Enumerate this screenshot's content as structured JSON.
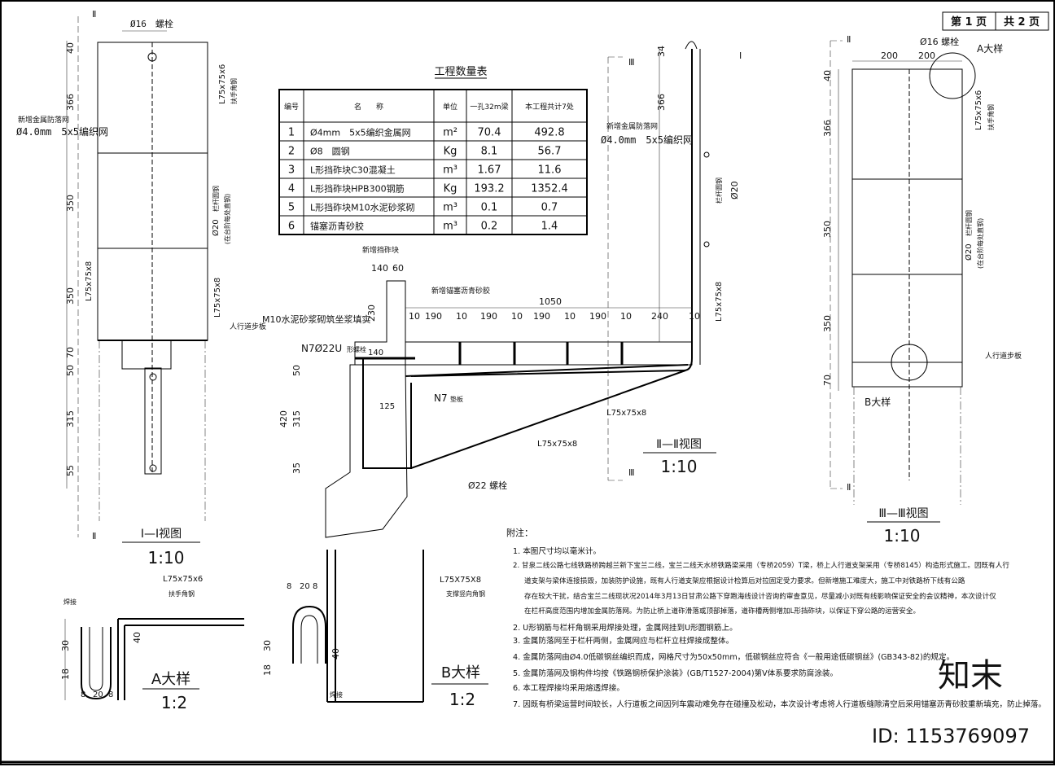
{
  "page": {
    "label_page": "第 1 页",
    "label_total": "共 2 页"
  },
  "table": {
    "title": "工程数量表",
    "headers": [
      "编号",
      "名　　称",
      "单位",
      "一孔32m梁",
      "本工程共计7处"
    ],
    "rows": [
      [
        "1",
        "Ø4mm　5x5编织金属网",
        "m²",
        "70.4",
        "492.8"
      ],
      [
        "2",
        "Ø8　圆钢",
        "Kg",
        "8.1",
        "56.7"
      ],
      [
        "3",
        "L形挡砟块C30混凝土",
        "m³",
        "1.67",
        "11.6"
      ],
      [
        "4",
        "L形挡砟块HPB300钢筋",
        "Kg",
        "193.2",
        "1352.4"
      ],
      [
        "5",
        "L形挡砟块M10水泥砂浆砌",
        "m³",
        "0.1",
        "0.7"
      ],
      [
        "6",
        "锚塞沥青砂胶",
        "m³",
        "0.2",
        "1.4"
      ]
    ]
  },
  "view1": {
    "title": "Ⅰ—Ⅰ视图",
    "scale": "1:10",
    "bolt": "Ø16　螺栓",
    "mesh": "新增金属防落网",
    "mesh_spec": "Ø4.0mm　5x5编织网",
    "angle1": "L75x75x6",
    "angle1_note": "扶手角钢",
    "rod": "栏杆圆钢",
    "rod_d": "Ø20",
    "rod_note": "(在台阶每处直钢)",
    "angle2": "L75x75x8",
    "angle3": "L75x75x8",
    "walk": "人行道步板",
    "dims": [
      "40",
      "366",
      "350",
      "350",
      "70",
      "50",
      "315",
      "55"
    ],
    "section_mark": "Ⅱ"
  },
  "view2": {
    "title": "Ⅱ—Ⅱ视图",
    "scale": "1:10",
    "block": "新增挡砟块",
    "sand": "新增锚塞沥青砂胶",
    "mortar": "M10水泥砂浆砌筑坐浆填实",
    "n7u": "N7Ø22U",
    "n7u_note": "形螺栓",
    "n7": "N7",
    "n7_note": "垫板",
    "bolt22": "Ø22 螺栓",
    "mesh": "新增金属防落网",
    "mesh_spec": "Ø4.0mm　5x5编织网",
    "rod": "栏杆圆钢",
    "rod_d": "Ø20",
    "angle_a": "L75x75x8",
    "angle_b": "L75x75x8",
    "angle_c": "L75x75x8",
    "top_dims": [
      "140",
      "60"
    ],
    "span_total": "1050",
    "span_parts": [
      "10",
      "190",
      "10",
      "190",
      "10",
      "190",
      "10",
      "190",
      "10",
      "240",
      "10"
    ],
    "dims_left": [
      "230",
      "140",
      "50",
      "420",
      "315",
      "35"
    ],
    "dims_mid": [
      "125"
    ],
    "dims_right": [
      "34",
      "366"
    ],
    "cut_marks": [
      "Ⅲ",
      "Ⅰ"
    ]
  },
  "view3": {
    "title": "Ⅲ—Ⅲ视图",
    "scale": "1:10",
    "top_dims": [
      "200",
      "200"
    ],
    "bolt": "Ø16 螺栓",
    "detail_a": "A大样",
    "detail_b": "B大样",
    "angle": "L75x75x6",
    "angle_note": "扶手角钢",
    "rod": "栏杆圆钢",
    "rod_d": "Ø20",
    "rod_note": "(在台阶每处直钢)",
    "walk": "人行道步板",
    "dims": [
      "40",
      "366",
      "350",
      "350",
      "70"
    ],
    "cut_marks": [
      "Ⅱ"
    ]
  },
  "detailA": {
    "title": "A大样",
    "scale": "1:2",
    "angle": "L75x75x6",
    "angle_note": "扶手角钢",
    "weld": "焊接",
    "dims": [
      "30",
      "18",
      "40",
      "8",
      "20",
      "8"
    ]
  },
  "detailB": {
    "title": "B大样",
    "scale": "1:2",
    "angle": "L75X75X8",
    "angle_note": "支撑竖向角钢",
    "weld": "焊接",
    "dims": [
      "8",
      "20",
      "8",
      "30",
      "18",
      "40"
    ]
  },
  "notes": {
    "title": "附注：",
    "items": [
      "1. 本图尺寸均以毫米计。",
      "2. 甘泉二线公路七线铁路桥跨越兰新下宝兰二线，宝兰二线天水桥铁路梁采用（专桥2059）T梁，桥上人行道支架采用（专桥8145）构造形式施工。因既有人行",
      "道支架与梁体连接损毁，加装防护设施，既有人行道支架应根据设计检算后对拉固定受力要求。但新增施工难度大，施工中对铁路桥下线有公路",
      "存在较大干扰，结合宝兰二线现状况2014年3月13日甘肃公路下穿跑海线设计咨询的审查意见，尽量减小对既有线影响保证安全的会议精神，本次设计仅",
      "在栏杆高度范围内增加金属防落网。为防止桥上道砟滑落或顶部掉落，道砟槽两侧增加L形挡砟块，以保证下穿公路的运营安全。",
      "2. U形钢筋与栏杆角钢采用焊接处理，金属网挂到U形圆钢筋上。",
      "3. 金属防落网至于栏杆两侧，金属网应与栏杆立柱焊接成整体。",
      "4. 金属防落网由Ø4.0低碳钢丝编织而成，网格尺寸为50x50mm，低碳钢丝应符合《一般用途低碳钢丝》(GB343-82)的规定。",
      "5. 金属防落网及钢构件均按《铁路钢桥保护涂装》(GB/T1527-2004)第Ⅴ体系要求防腐涂装。",
      "6. 本工程焊接均采用熔透焊接。",
      "7. 因既有桥梁运营时间较长，人行道板之间因列车震动难免存在碰撞及松动，本次设计考虑将人行道板缝隙清空后采用锚塞沥青砂胶重新填充，防止掉落。"
    ]
  },
  "watermark": {
    "brand": "知末",
    "id": "ID: 1153769097"
  }
}
